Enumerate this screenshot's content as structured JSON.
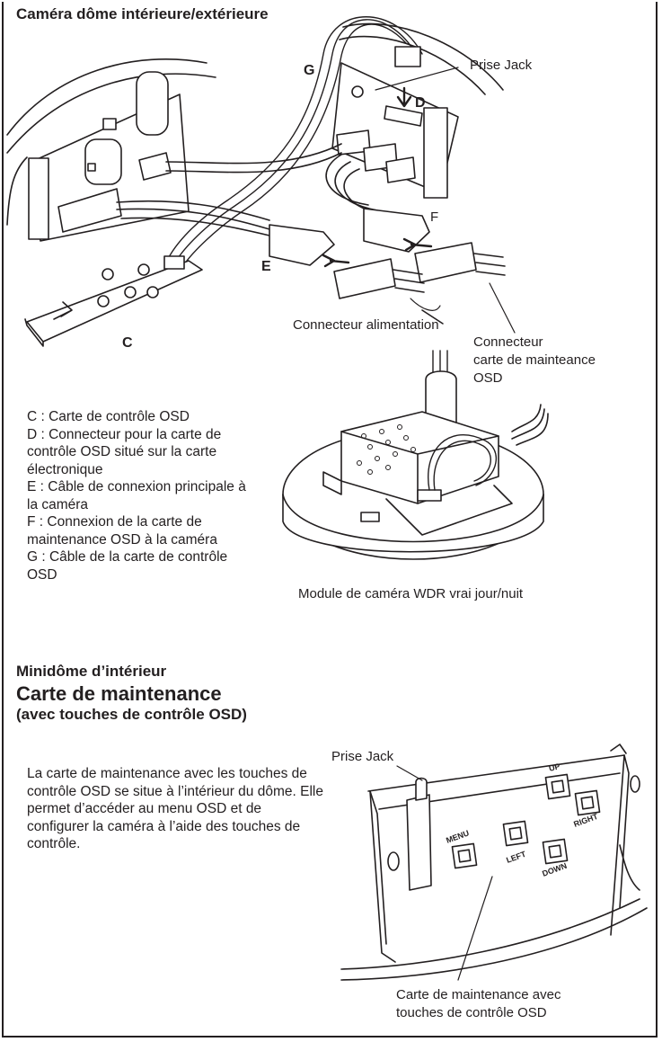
{
  "section1": {
    "title": "Caméra dôme intérieure/extérieure",
    "labels": {
      "g": "G",
      "prise_jack": "Prise Jack",
      "d": "D",
      "f": "F",
      "e": "E",
      "c": "C",
      "connecteur_alim": "Connecteur alimentation",
      "connecteur_maint_1": "Connecteur",
      "connecteur_maint_2": "carte de mainteance",
      "connecteur_maint_3": "OSD",
      "module": "Module de caméra WDR vrai jour/nuit"
    },
    "legend": [
      "C : Carte de contrôle OSD",
      "D : Connecteur pour la carte de contrôle OSD situé sur la carte électronique",
      "E : Câble de connexion principale à la caméra",
      "F : Connexion de la carte de maintenance OSD à la caméra",
      "G : Câble de la carte de contrôle OSD"
    ]
  },
  "section2": {
    "subtitle": "Minidôme d’intérieur",
    "title": "Carte de maintenance",
    "title_sub": "(avec touches de contrôle OSD)",
    "paragraph": "La carte de maintenance avec les touches de contrôle OSD se situe à l’intérieur du dôme. Elle permet d’accéder au menu OSD et de configurer la caméra à l’aide des touches de contrôle.",
    "labels": {
      "prise_jack": "Prise Jack",
      "caption_1": "Carte de maintenance avec",
      "caption_2": "touches de contrôle OSD"
    },
    "keys": {
      "up": "UP",
      "menu": "MENU",
      "left": "LEFT",
      "right": "RIGHT",
      "down": "DOWN"
    }
  }
}
